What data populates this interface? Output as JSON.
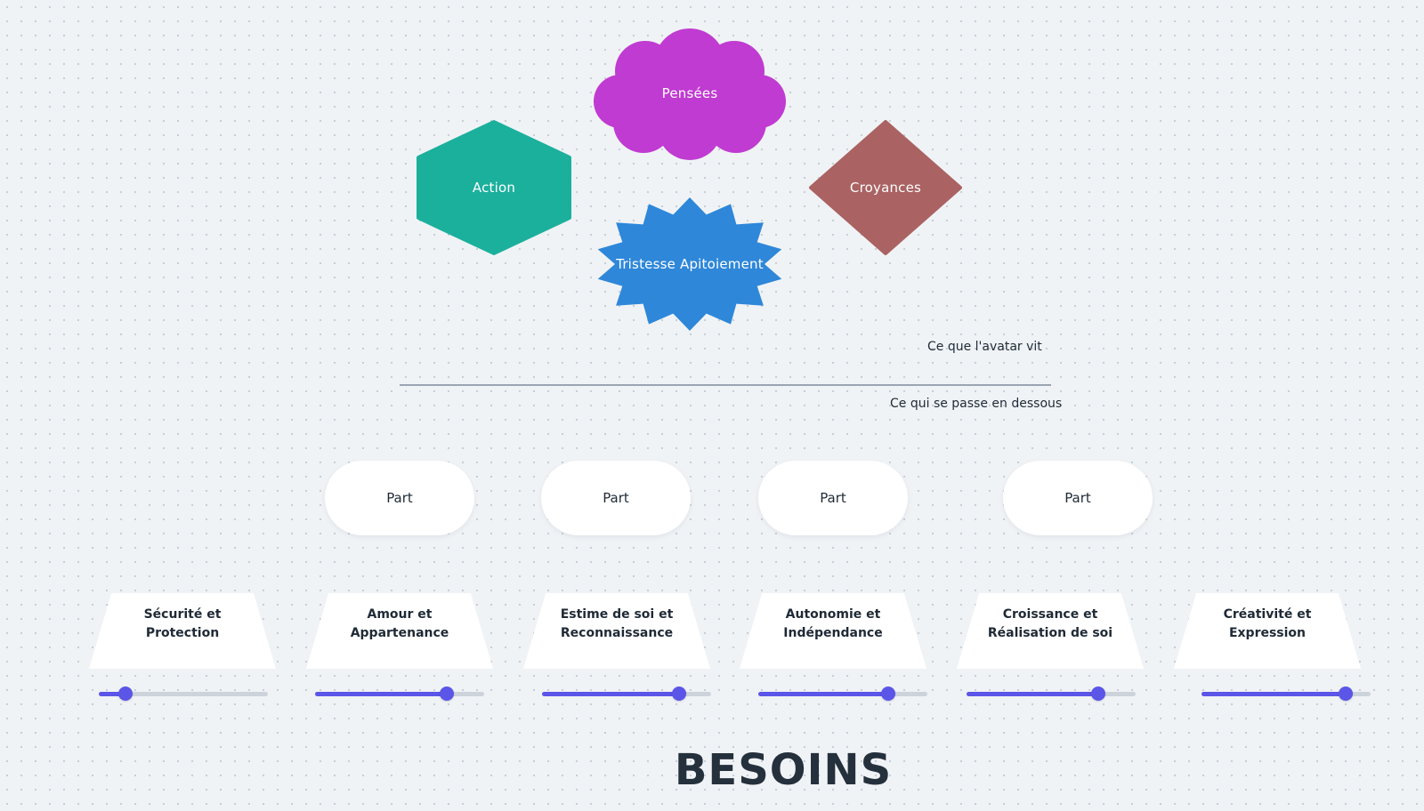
{
  "diagram": {
    "shapes": {
      "thoughts": {
        "label": "Pensées",
        "color": "#c03bd1"
      },
      "action": {
        "label": "Action",
        "color": "#1bb09c"
      },
      "beliefs": {
        "label": "Croyances",
        "color": "#aa6262"
      },
      "emotion": {
        "label": "Tristesse Apitoiement",
        "color": "#2e87d9"
      }
    },
    "above_label": "Ce que l'avatar vit",
    "below_label": "Ce qui se passe en dessous",
    "parts": [
      {
        "label": "Part"
      },
      {
        "label": "Part"
      },
      {
        "label": "Part"
      },
      {
        "label": "Part"
      }
    ],
    "needs": [
      {
        "label": "Sécurité et\nProtection",
        "level": 0.16
      },
      {
        "label": "Amour et\nAppartenance",
        "level": 0.78
      },
      {
        "label": "Estime de soi et\nReconnaissance",
        "level": 0.81
      },
      {
        "label": "Autonomie et\nIndépendance",
        "level": 0.77
      },
      {
        "label": "Croissance et\nRéalisation de soi",
        "level": 0.78
      },
      {
        "label": "Créativité et\nExpression",
        "level": 0.85
      }
    ],
    "title": "BESOINS",
    "accent_color": "#5b55e8"
  }
}
